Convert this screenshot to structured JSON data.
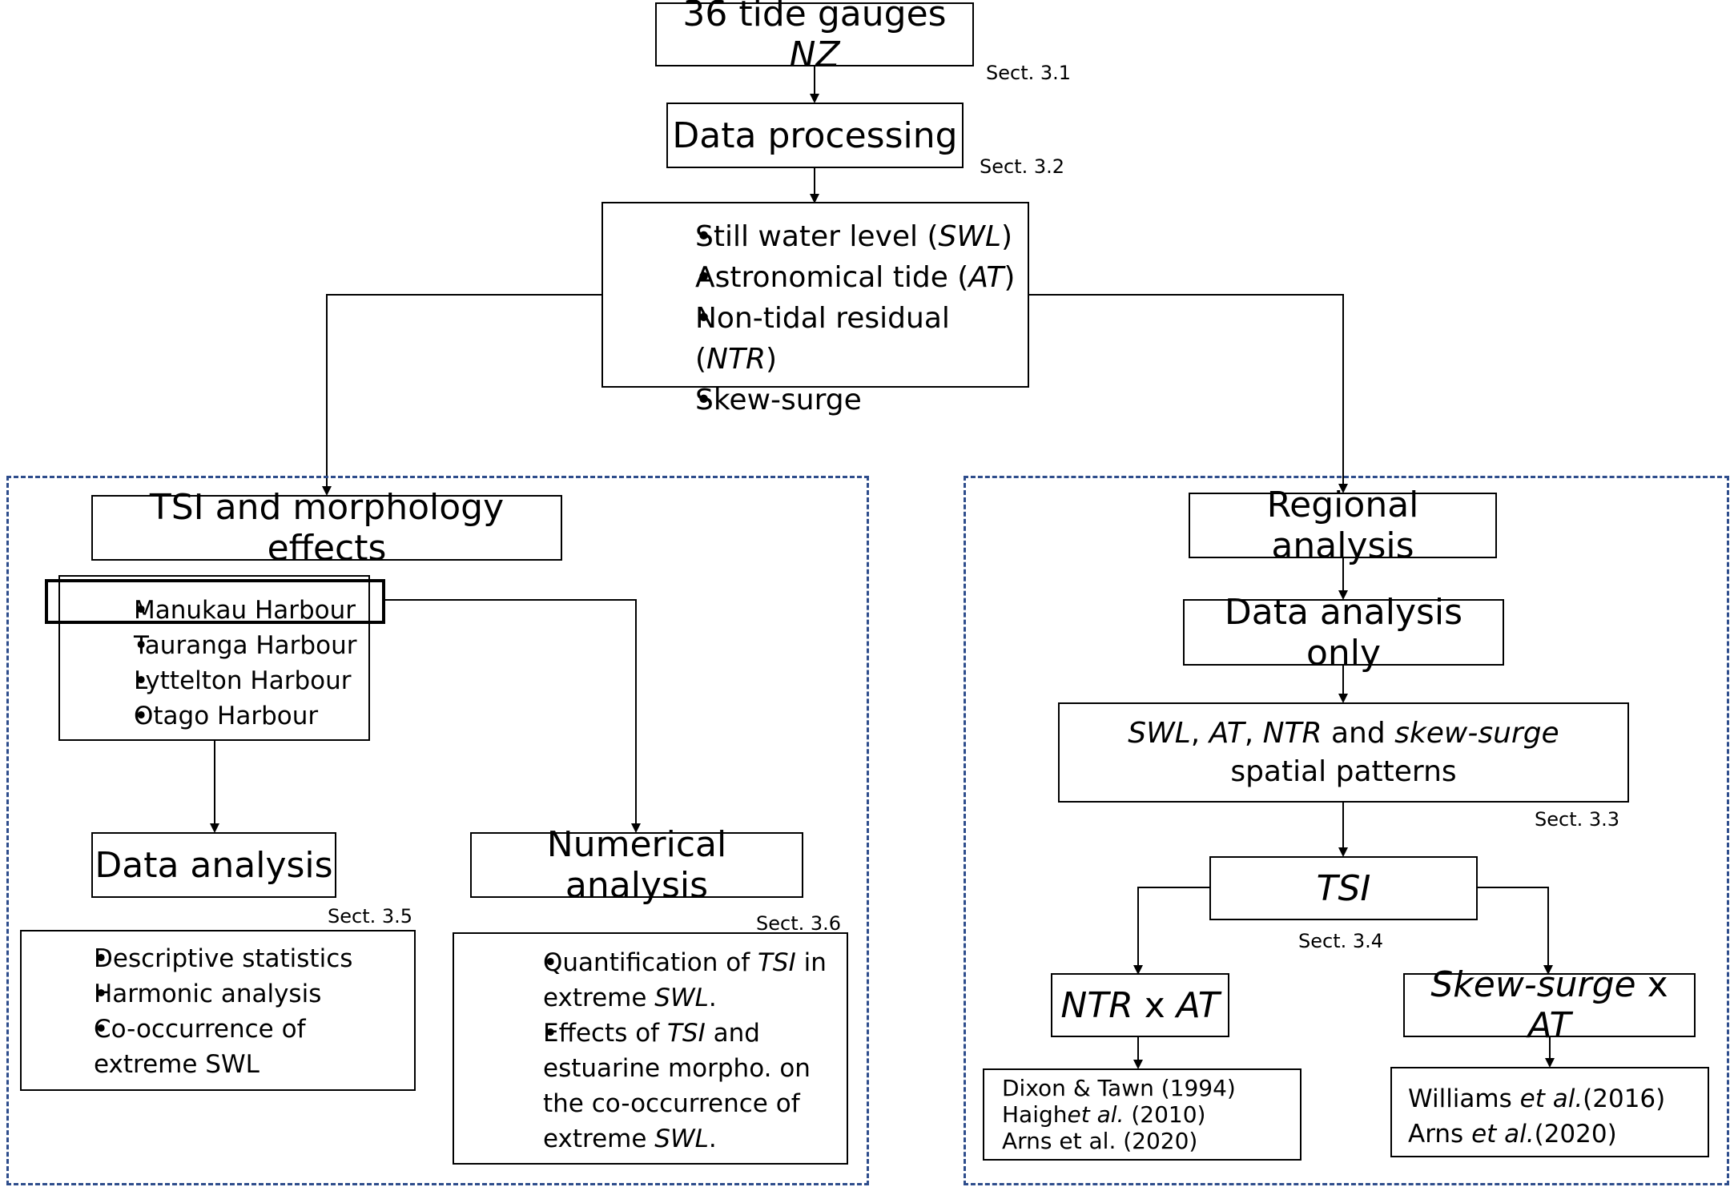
{
  "top": {
    "gauges_text": "36 tide gauges ",
    "gauges_italic": "NZ",
    "sect_31": "Sect. 3.1",
    "processing": "Data processing",
    "sect_32": "Sect. 3.2"
  },
  "variables": [
    {
      "text": "Still water level (",
      "italic": "SWL",
      "after": ")"
    },
    {
      "text": "Astronomical tide (",
      "italic": "AT",
      "after": ")"
    },
    {
      "text": "Non-tidal residual (",
      "italic": "NTR",
      "after": ")"
    },
    {
      "text": "Skew-surge",
      "italic": "",
      "after": ""
    }
  ],
  "left": {
    "title": "TSI and morphology effects",
    "harbours": [
      "Manukau Harbour",
      "Tauranga Harbour",
      "Lyttelton Harbour",
      "Otago Harbour"
    ],
    "data_analysis": "Data analysis",
    "sect_35": "Sect. 3.5",
    "data_items": [
      "Descriptive statistics",
      "Harmonic analysis",
      "Co-occurrence of extreme SWL"
    ],
    "numerical": "Numerical analysis",
    "sect_36": "Sect. 3.6",
    "num_item1": {
      "a": "Quantification of ",
      "b": "TSI",
      "c": " in extreme ",
      "d": "SWL",
      "e": "."
    },
    "num_item2": {
      "a": "Effects of ",
      "b": "TSI",
      "c": " and estuarine morpho. on the co-occurrence of extreme ",
      "d": "SWL",
      "e": "."
    }
  },
  "right": {
    "regional": "Regional analysis",
    "data_only": "Data analysis only",
    "patterns": {
      "swl": "SWL",
      "sep1": ", ",
      "at": "AT",
      "sep2": ", ",
      "ntr": "NTR",
      "and": " and ",
      "skew": "skew-surge",
      "rest": " spatial patterns"
    },
    "sect_33": "Sect. 3.3",
    "tsi": "TSI",
    "sect_34": "Sect. 3.4",
    "ntr_at": {
      "a": "NTR",
      "x": " x ",
      "b": "AT"
    },
    "skew_at": {
      "a": "Skew-surge",
      "x": " x ",
      "b": "AT"
    },
    "refs_left": [
      {
        "text": "Dixon & Tawn (1994)",
        "italic": "",
        "after": ""
      },
      {
        "text": "Haigh",
        "italic": "et al.",
        "after": " (2010)"
      },
      {
        "text": "Arns et al. (2020)",
        "italic": "",
        "after": ""
      }
    ],
    "refs_right": [
      {
        "text": "Williams ",
        "italic": "et al.",
        "after": "(2016)"
      },
      {
        "text": "Arns ",
        "italic": "et al.",
        "after": "(2020)"
      }
    ]
  }
}
